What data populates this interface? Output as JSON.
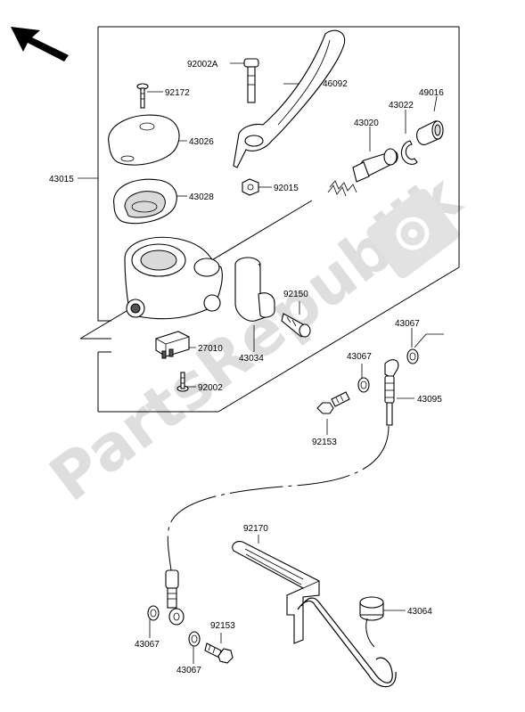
{
  "watermark": {
    "text": "PartsRepublik"
  },
  "labels": {
    "l92002A": "92002A",
    "l46092": "46092",
    "l92172": "92172",
    "l49016": "49016",
    "l43022": "43022",
    "l43020": "43020",
    "l43026": "43026",
    "l43015": "43015",
    "l92015": "92015",
    "l43028": "43028",
    "l92150": "92150",
    "l43067a": "43067",
    "l27010": "27010",
    "l43034": "43034",
    "l43067b": "43067",
    "l92002": "92002",
    "l43095": "43095",
    "l92153a": "92153",
    "l92170": "92170",
    "l43064": "43064",
    "l92153b": "92153",
    "l43067c": "43067",
    "l43067d": "43067"
  }
}
